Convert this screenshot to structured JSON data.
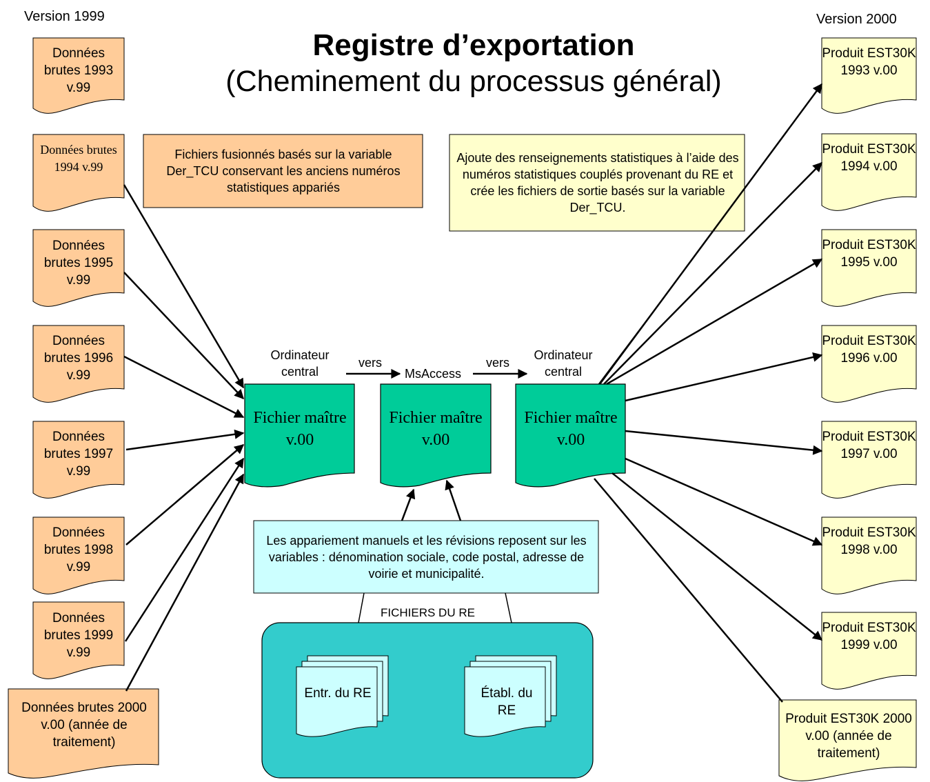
{
  "title": "Registre d’exportation",
  "subtitle": "(Cheminement du processus général)",
  "left_header": "Version 1999",
  "right_header": "Version 2000",
  "inputs": [
    "Données brutes 1993 v.99",
    "Données brutes 1994 v.99",
    "Données brutes 1995 v.99",
    "Données brutes 1996 v.99",
    "Données brutes 1997 v.99",
    "Données brutes 1998 v.99",
    "Données brutes 1999 v.99",
    "Données brutes 2000 v.00 (année de traitement)"
  ],
  "outputs": [
    "Produit EST30K 1993 v.00",
    "Produit EST30K 1994 v.00",
    "Produit EST30K 1995 v.00",
    "Produit EST30K 1996 v.00",
    "Produit EST30K 1997 v.00",
    "Produit EST30K 1998 v.00",
    "Produit EST30K 1999 v.00",
    "Produit EST30K 2000 v.00 (année de traitement)"
  ],
  "merge_note": "Fichiers fusionnés basés sur la variable Der_TCU conservant les anciens numéros statistiques appariés",
  "stats_note": "Ajoute des renseignements statistiques à l’aide des numéros statistiques couplés provenant du RE et crée les fichiers de sortie basés sur la variable Der_TCU.",
  "manual_note": "Les appariement manuels et les révisions reposent sur les variables : dénomination sociale, code postal, adresse de voirie et municipalité.",
  "masters": [
    "Fichier maître v.00",
    "Fichier maître v.00",
    "Fichier maître v.00"
  ],
  "stage_labels": {
    "mainframe_1": "Ordinateur central",
    "to_1": "vers",
    "msaccess": "MsAccess",
    "to_2": "vers",
    "mainframe_2": "Ordinateur central"
  },
  "re_files": {
    "label": "FICHIERS DU RE",
    "entr": "Entr. du RE",
    "etabl": "Établ. du RE"
  },
  "colors": {
    "input_fill": "#ffcc99",
    "output_fill": "#ffffcc",
    "master_fill": "#00cc99",
    "manual_fill": "#ccffff",
    "re_container": "#33cccc",
    "re_doc_fill": "#ccffff"
  }
}
